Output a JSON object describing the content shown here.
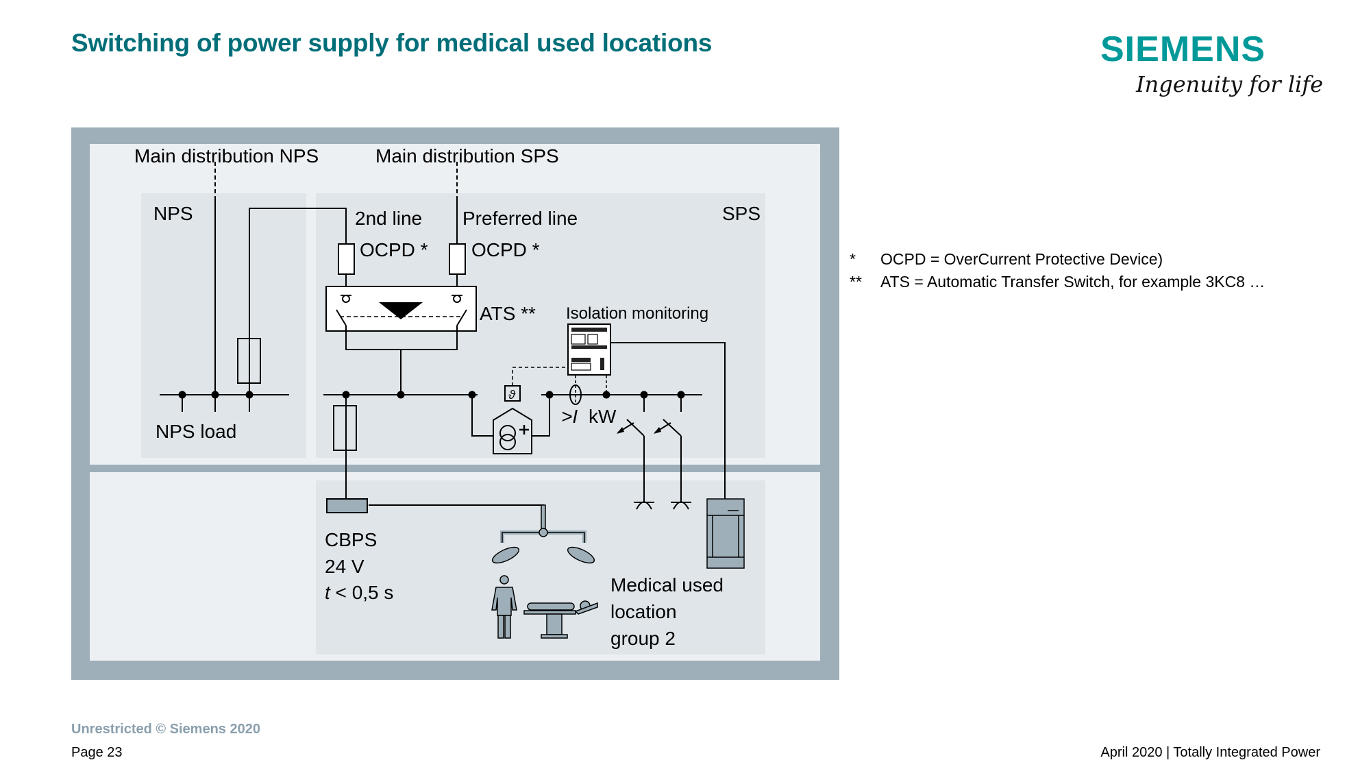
{
  "slide": {
    "title": "Switching of power supply for medical used locations",
    "logo": {
      "wordmark": "SIEMENS",
      "tagline": "Ingenuity for life"
    },
    "footer": {
      "classification": "Unrestricted © Siemens 2020",
      "page": "Page 23",
      "right": "April 2020 | Totally Integrated Power"
    },
    "notes": [
      {
        "mark": "*",
        "text": "OCPD =  OverCurrent Protective Device)"
      },
      {
        "mark": "**",
        "text": "ATS = Automatic Transfer Switch, for example 3KC8 …"
      }
    ]
  },
  "diagram": {
    "labels": {
      "main_nps": "Main distribution NPS",
      "main_sps": "Main distribution SPS",
      "nps": "NPS",
      "sps": "SPS",
      "second_line": "2nd line",
      "preferred_line": "Preferred line",
      "ocpd_1": "OCPD *",
      "ocpd_2": "OCPD *",
      "ats": "ATS **",
      "isolation": "Isolation monitoring",
      "nps_load": "NPS load",
      "overcurrent": ">I",
      "kw": "kW",
      "theta": "ϑ",
      "cbps": "CBPS",
      "voltage": "24 V",
      "time_var": "t",
      "time_rest": " < 0,5 s",
      "med_1": "Medical used",
      "med_2": "location",
      "med_3": "group 2"
    },
    "colors": {
      "frame": "#9eafb9",
      "inner": "#ecf0f3",
      "zone": "#dfe5e9",
      "equipment": "#9eafb9"
    }
  }
}
